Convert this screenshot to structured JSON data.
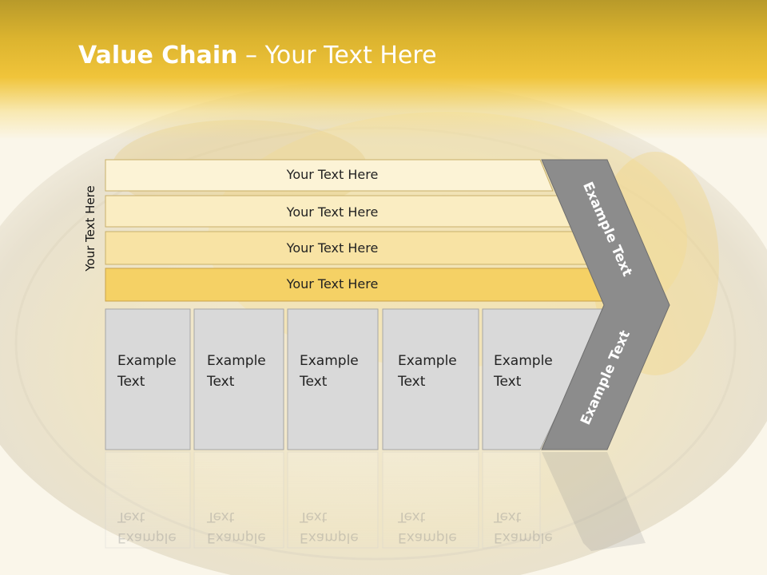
{
  "title": {
    "bold": "Value Chain",
    "rest": " – Your Text Here"
  },
  "side_label": "Your Text Here",
  "bands": [
    {
      "label": "Your Text Here"
    },
    {
      "label": "Your Text Here"
    },
    {
      "label": "Your Text Here"
    },
    {
      "label": "Your Text Here"
    }
  ],
  "cells": [
    {
      "line1": "Example",
      "line2": "Text"
    },
    {
      "line1": "Example",
      "line2": "Text"
    },
    {
      "line1": "Example",
      "line2": "Text"
    },
    {
      "line1": "Example",
      "line2": "Text"
    },
    {
      "line1": "Example",
      "line2": "Text"
    }
  ],
  "chevron": {
    "upper": "Example Text",
    "lower": "Example Text"
  },
  "colors": {
    "header": "#f0c43a",
    "band1": "#fcf3d6",
    "band2": "#faedc2",
    "band3": "#f8e3a4",
    "band4": "#f5d165",
    "cell": "#d9d9d9",
    "chevron": "#8c8c8c"
  }
}
